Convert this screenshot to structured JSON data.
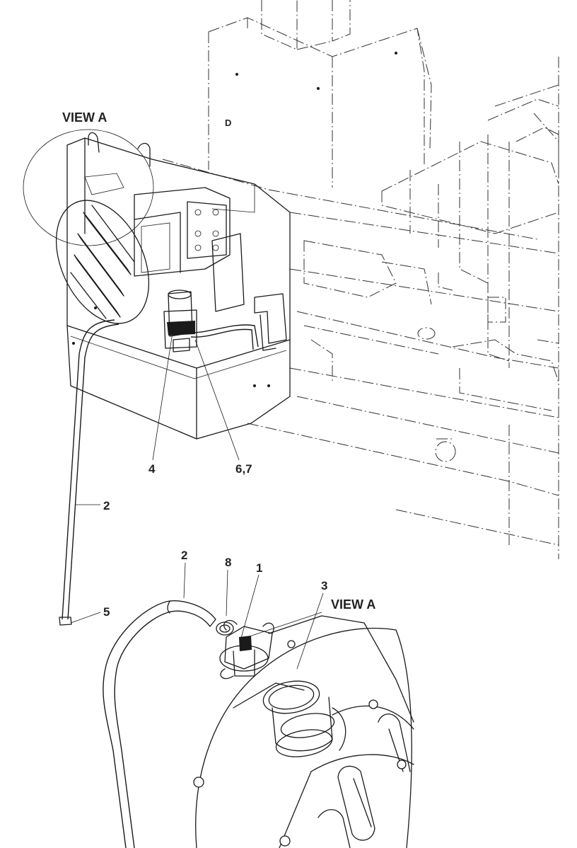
{
  "labels": {
    "view_a_top": "VIEW A",
    "view_a_detail": "VIEW A",
    "callout_4": "4",
    "callout_67": "6,7",
    "callout_2_left": "2",
    "callout_5": "5",
    "callout_2_detail": "2",
    "callout_8": "8",
    "callout_1": "1",
    "callout_3": "3",
    "panel_mark": "D"
  }
}
